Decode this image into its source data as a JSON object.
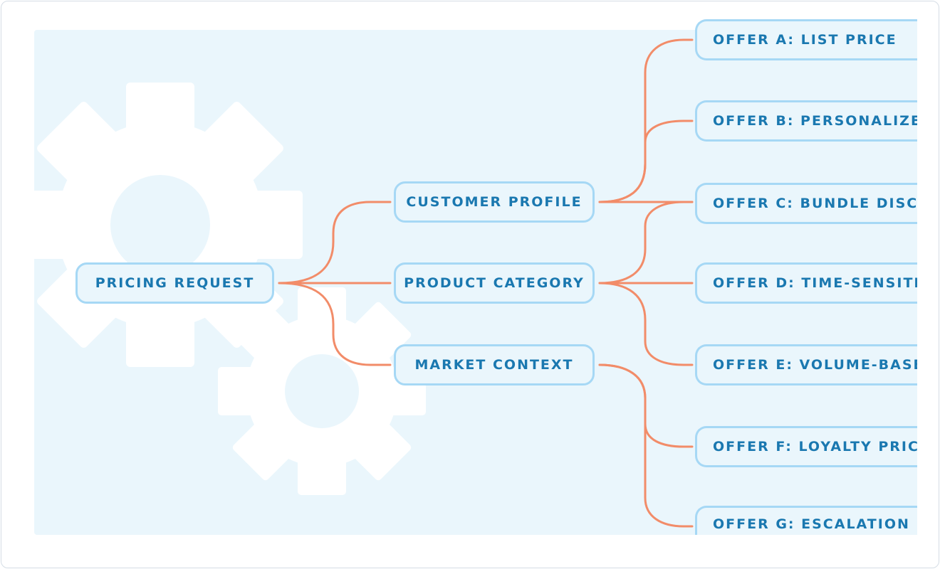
{
  "colors": {
    "background": "#eaf6fc",
    "node_border": "#a6d8f5",
    "node_text": "#1a78b0",
    "connector": "#f28c69",
    "gear": "#ffffff"
  },
  "icons": [
    "gear-icon-large",
    "gear-icon-small"
  ],
  "root": {
    "label": "PRICING REQUEST"
  },
  "factors": [
    {
      "label": "CUSTOMER PROFILE"
    },
    {
      "label": "PRODUCT CATEGORY"
    },
    {
      "label": "MARKET CONTEXT"
    }
  ],
  "offers": [
    {
      "label": "OFFER A: LIST PRICE"
    },
    {
      "label": "OFFER B: PERSONALIZED"
    },
    {
      "label": "OFFER C: BUNDLE DISCO"
    },
    {
      "label": "OFFER D: TIME-SENSITIV"
    },
    {
      "label": "OFFER E: VOLUME-BASEI"
    },
    {
      "label": "OFFER F: LOYALTY PRICE"
    },
    {
      "label": "OFFER G: ESCALATION RI"
    }
  ]
}
